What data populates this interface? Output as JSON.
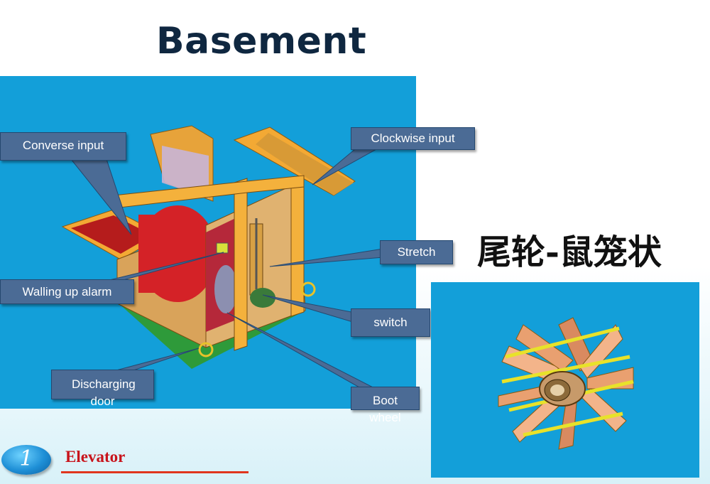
{
  "slide": {
    "title": "Basement",
    "subtitle_cn": "尾轮-鼠笼状",
    "footer": {
      "number": "1",
      "label": "Elevator"
    }
  },
  "callouts": {
    "converse_input": "Converse input",
    "clockwise_input": "Clockwise input",
    "stretch": "Stretch",
    "walling_up_alarm": "Walling up alarm",
    "switch": "switch",
    "discharging_door": "Discharging door",
    "boot_wheel": "Boot wheel"
  },
  "colors": {
    "panel_blue": "#139fd9",
    "callout_fill": "#4b6b95",
    "frame_orange": "#f5b23a",
    "drum_red": "#d42227",
    "footer_red": "#c8141c"
  }
}
